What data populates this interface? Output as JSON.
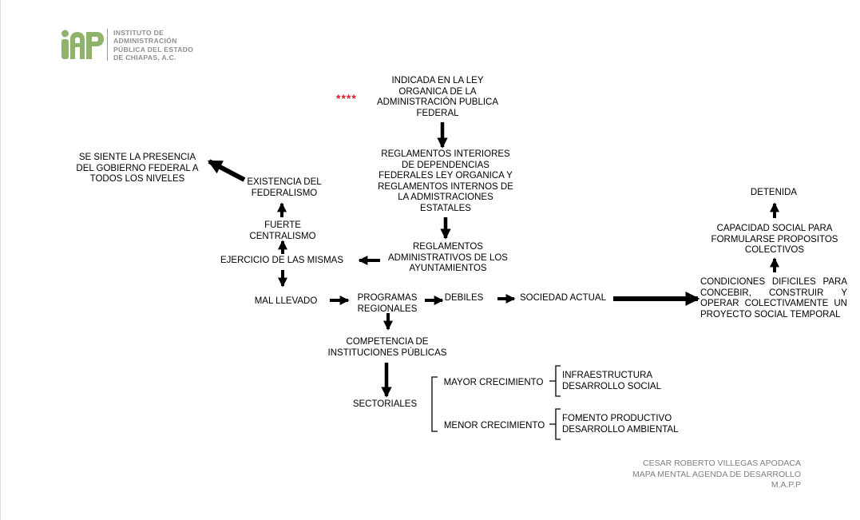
{
  "colors": {
    "logo_green": "#8fb36a",
    "marker_red": "#d0202a",
    "footer_gray": "#7f7f7f",
    "logo_text_gray": "#8f8f8f"
  },
  "logo": {
    "text": "INSTITUTO DE\nADMINISTRACIÓN\nPÚBLICA DEL ESTADO\nDE CHIAPAS, A.C."
  },
  "marker": "****",
  "nodes": {
    "indicada": "INDICADA EN LA LEY\nORGANICA DE LA\nADMINISTRACIÓN PUBLICA\nFEDERAL",
    "reglamentos_interiores": "REGLAMENTOS INTERIORES\nDE DEPENDENCIAS\nFEDERALES LEY ORGANICA Y\nREGLAMENTOS INTERNOS DE\nLA ADMISTRACIONES\nESTATALES",
    "reglamentos_administrativos": "REGLAMENTOS\nADMINISTRATIVOS DE LOS\nAYUNTAMIENTOS",
    "ejercicio": "EJERCICIO DE LAS MISMAS",
    "fuerte_centralismo": "FUERTE\nCENTRALISMO",
    "existencia_federalismo": "EXISTENCIA DEL\nFEDERALISMO",
    "presencia_gobierno": "SE SIENTE LA PRESENCIA\nDEL GOBIERNO FEDERAL A\nTODOS LOS NIVELES",
    "mal_llevado": "MAL LLEVADO",
    "programas_regionales": "PROGRAMAS\nREGIONALES",
    "debiles": "DEBILES",
    "sociedad_actual": "SOCIEDAD ACTUAL",
    "condiciones": "CONDICIONES DIFICILES PARA CONCEBIR, CONSTRUIR Y OPERAR COLECTIVAMENTE UN PROYECTO SOCIAL TEMPORAL",
    "capacidad_social": "CAPACIDAD SOCIAL PARA\nFORMULARSE PROPOSITOS\nCOLECTIVOS",
    "detenida": "DETENIDA",
    "competencia": "COMPETENCIA DE\nINSTITUCIONES PÚBLICAS",
    "sectoriales": "SECTORIALES",
    "mayor_crecimiento": "MAYOR CRECIMIENTO",
    "menor_crecimiento": "MENOR CRECIMIENTO",
    "infraestructura": "INFRAESTRUCTURA\nDESARROLLO SOCIAL",
    "fomento": "FOMENTO PRODUCTIVO\nDESARROLLO   AMBIENTAL"
  },
  "footer": {
    "text": "CESAR ROBERTO VILLEGAS APODACA\nMAPA MENTAL AGENDA DE DESARROLLO\nM.A.P.P"
  }
}
